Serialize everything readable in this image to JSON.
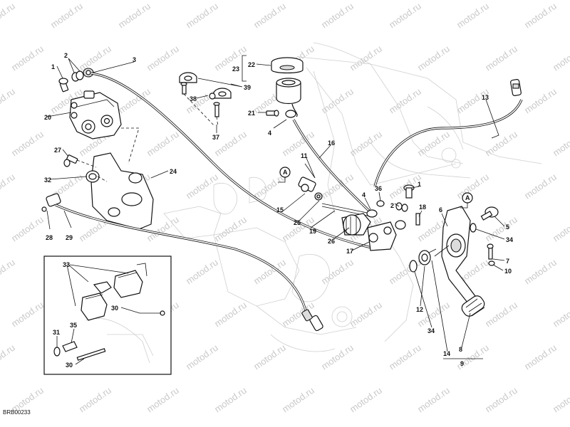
{
  "diagram_code": "BRB00233",
  "watermark_text": "motod.ru",
  "callouts": {
    "c1a": "1",
    "c2a": "2",
    "c3": "3",
    "c20": "20",
    "c27": "27",
    "c32": "32",
    "c24": "24",
    "c28": "28",
    "c29": "29",
    "c39": "39",
    "c38": "38",
    "c37": "37",
    "c23": "23",
    "c22": "22",
    "c21": "21",
    "c4a": "4",
    "c13": "13",
    "c16": "16",
    "c11": "11",
    "cAa": "A",
    "c15": "15",
    "c25": "25",
    "c19": "19",
    "c26": "26",
    "c17": "17",
    "c4b": "4",
    "c36": "36",
    "c1b": "1",
    "c2b": "2",
    "c18": "18",
    "c6": "6",
    "cAb": "A",
    "c5": "5",
    "c34a": "34",
    "c7": "7",
    "c10": "10",
    "c12": "12",
    "c34b": "34",
    "c14": "14",
    "c8": "8",
    "c9": "9",
    "c33": "33",
    "c31": "31",
    "c35": "35",
    "c30a": "30",
    "c30b": "30"
  }
}
